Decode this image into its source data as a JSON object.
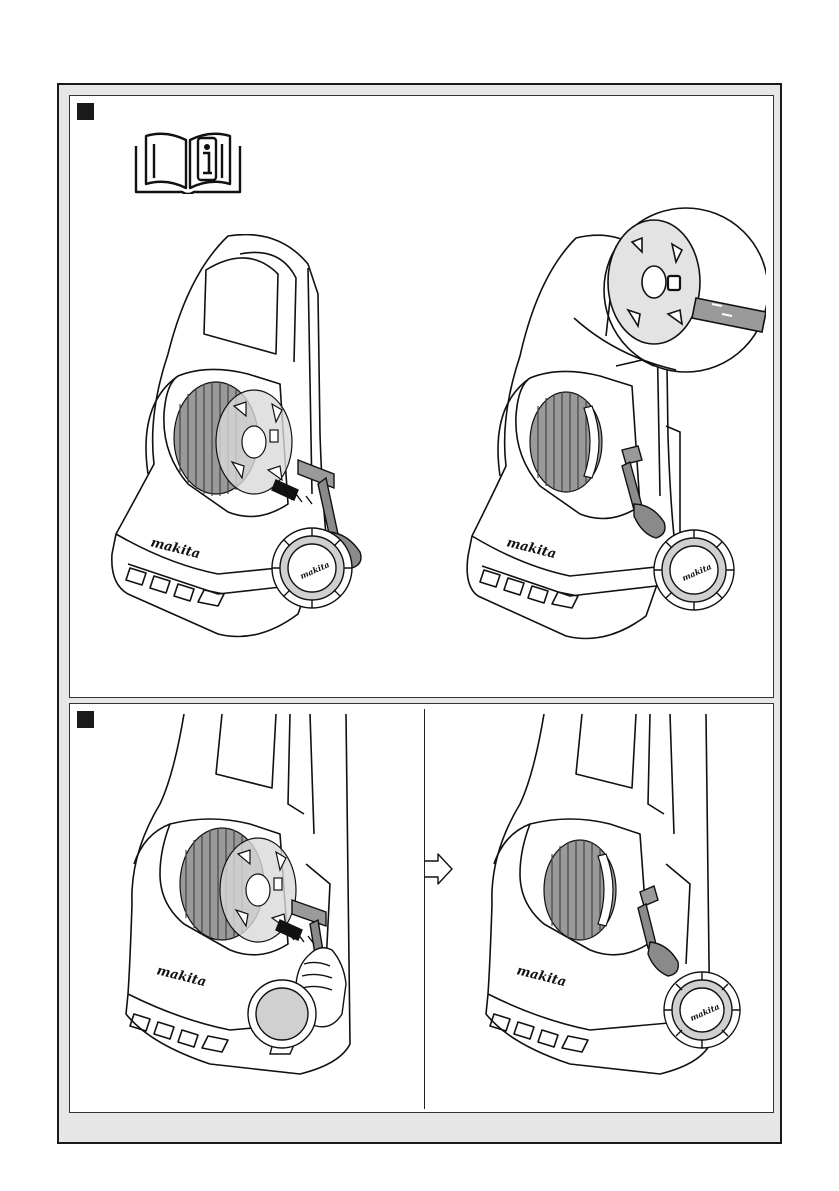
{
  "panels": [
    {
      "brand_left": "makita",
      "brand_right": "makita",
      "icon": "read-manual-icon"
    },
    {
      "brand_left": "makita",
      "brand_right": "makita",
      "transition_icon": "arrow-right-icon"
    }
  ]
}
